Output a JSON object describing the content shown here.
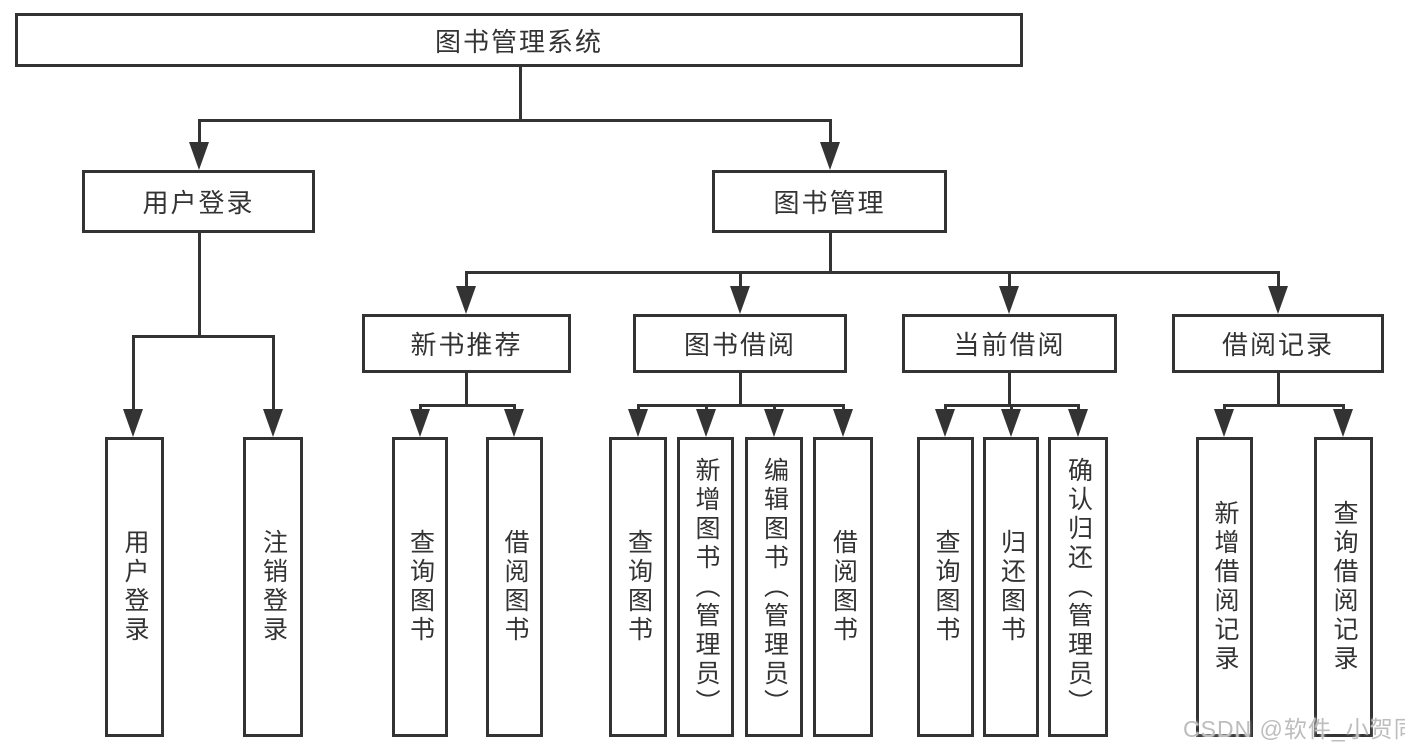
{
  "diagram": {
    "title": "图书管理系统",
    "user_login": {
      "label": "用户登录",
      "children": [
        "用户登录",
        "注销登录"
      ]
    },
    "book_mgmt": {
      "label": "图书管理",
      "modules": [
        {
          "label": "新书推荐",
          "children": [
            "查询图书",
            "借阅图书"
          ]
        },
        {
          "label": "图书借阅",
          "children": [
            "查询图书",
            "新增图书（管理员）",
            "编辑图书（管理员）",
            "借阅图书"
          ]
        },
        {
          "label": "当前借阅",
          "children": [
            "查询图书",
            "归还图书",
            "确认归还（管理员）"
          ]
        },
        {
          "label": "借阅记录",
          "children": [
            "新增借阅记录",
            "查询借阅记录"
          ]
        }
      ]
    }
  },
  "watermark": {
    "text": "CSDN @软件_小贺同学"
  },
  "colors": {
    "line": "#333333",
    "text": "#333333",
    "watermark": "#bdbdbd",
    "bg": "#ffffff"
  }
}
